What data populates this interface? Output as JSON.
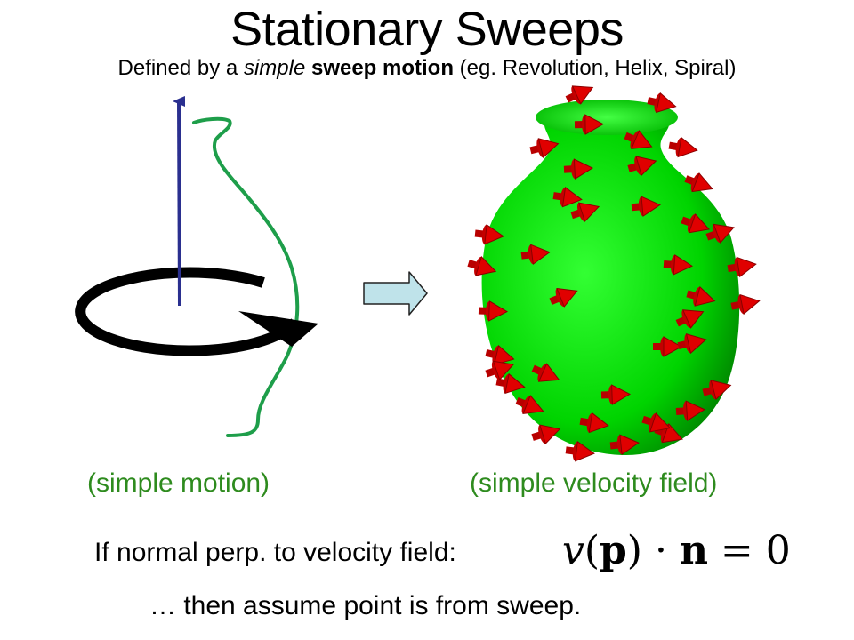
{
  "slide": {
    "title": "Stationary Sweeps",
    "subtitle": {
      "part1": "Defined by a ",
      "italic": "simple",
      "part2": " ",
      "bold": "sweep motion",
      "part3": " (eg. Revolution, Helix, Spiral)"
    },
    "captions": {
      "left": "(simple motion)",
      "right": "(simple velocity field)"
    },
    "statement": {
      "line1": "If normal perp. to velocity field:",
      "formula": {
        "v": "v",
        "open": "(",
        "p": "p",
        "close": ")",
        "dot": " · ",
        "n": "n",
        "eq": " = ",
        "zero": "0"
      },
      "line2": "… then assume point is from sweep."
    }
  },
  "colors": {
    "caption_green": "#2e8b1e",
    "profile_green": "#1e9e4a",
    "axis_blue": "#2a2f8f",
    "vase_green": "#00dd00",
    "arrow_red": "#e00000",
    "block_arrow_fill": "#bfe3ea"
  },
  "icons": {
    "rotation": "circular-rotation-arrow-icon",
    "axis": "up-arrow-icon",
    "transition": "right-block-arrow-icon"
  }
}
